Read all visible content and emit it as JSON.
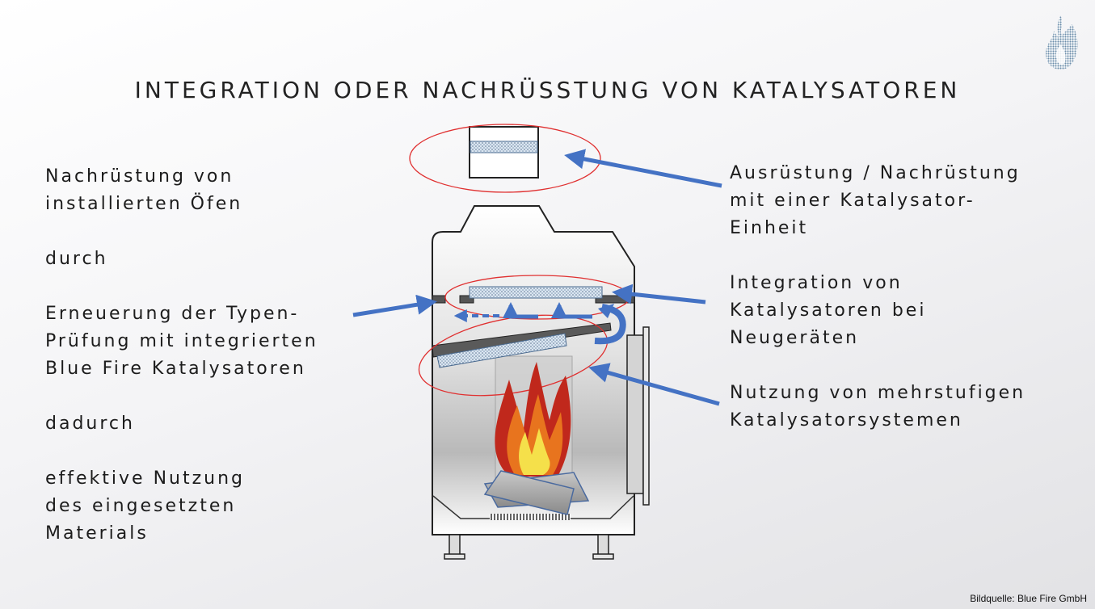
{
  "title": "INTEGRATION ODER NACHRÜSSTUNG VON KATALYSATOREN",
  "left_text": {
    "line1": "Nachrüstung von",
    "line2": "installierten Öfen",
    "line3": "durch",
    "line4": "Erneuerung der Typen-",
    "line5": "Prüfung mit integrierten",
    "line6": "Blue Fire Katalysatoren",
    "line7": "dadurch",
    "line8": "effektive Nutzung",
    "line9": "des eingesetzten",
    "line10": "Materials"
  },
  "labels": {
    "retrofit_unit": [
      "Ausrüstung / Nachrüstung",
      "mit einer Katalysator-",
      "Einheit"
    ],
    "new_devices": [
      "Integration von",
      "Katalysatoren bei",
      "Neugeräten"
    ],
    "multistage": [
      "Nutzung von mehrstufigen",
      "Katalysatorsystemen"
    ]
  },
  "credit": "Bildquelle: Blue Fire GmbH",
  "colors": {
    "arrow": "#4472c4",
    "highlight_ellipse": "#e03030",
    "flame_outer": "#c0281c",
    "flame_mid": "#e8741e",
    "flame_inner": "#f5e04a"
  }
}
